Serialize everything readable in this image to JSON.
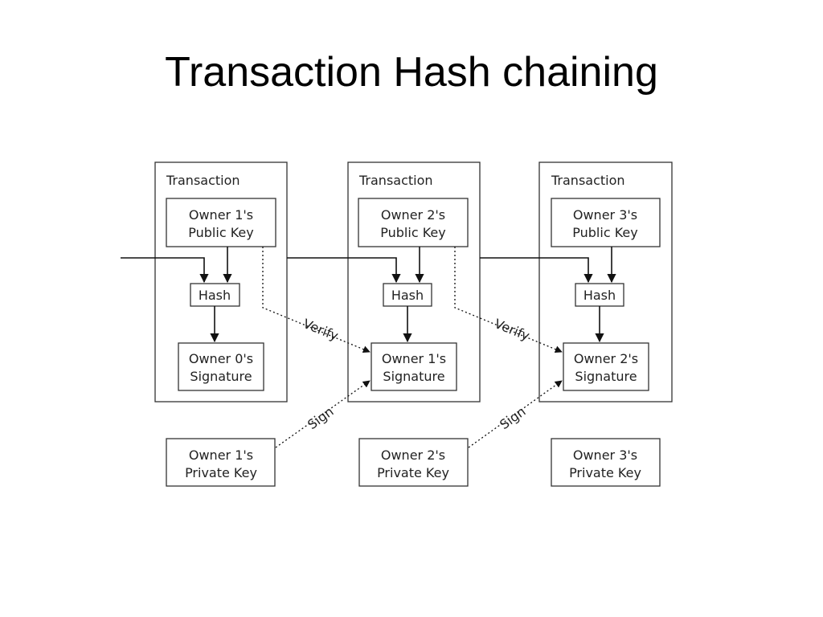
{
  "title": "Transaction Hash chaining",
  "transactions": [
    {
      "header": "Transaction",
      "public_key": [
        "Owner 1's",
        "Public Key"
      ],
      "hash": "Hash",
      "signature": [
        "Owner 0's",
        "Signature"
      ],
      "private_key": [
        "Owner 1's",
        "Private Key"
      ]
    },
    {
      "header": "Transaction",
      "public_key": [
        "Owner 2's",
        "Public Key"
      ],
      "hash": "Hash",
      "signature": [
        "Owner 1's",
        "Signature"
      ],
      "private_key": [
        "Owner 2's",
        "Private Key"
      ]
    },
    {
      "header": "Transaction",
      "public_key": [
        "Owner 3's",
        "Public Key"
      ],
      "hash": "Hash",
      "signature": [
        "Owner 2's",
        "Signature"
      ],
      "private_key": [
        "Owner 3's",
        "Private Key"
      ]
    }
  ],
  "edge_labels": {
    "verify": "Verify",
    "sign": "Sign"
  }
}
